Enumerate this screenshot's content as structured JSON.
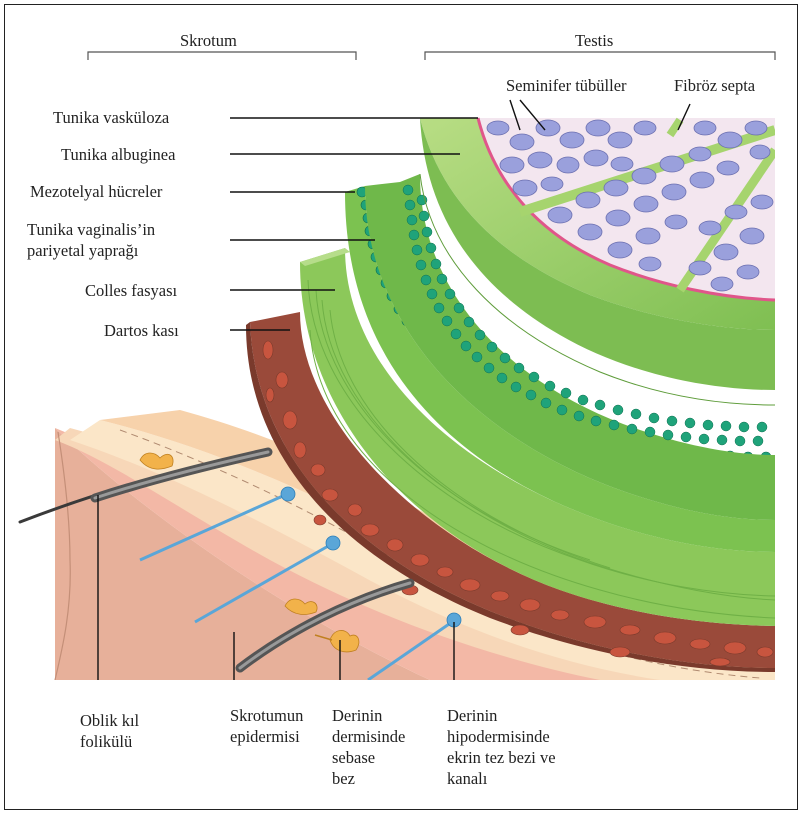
{
  "headers": {
    "skrotum": "Skrotum",
    "testis": "Testis"
  },
  "labels": {
    "seminifer": "Seminifer tübüller",
    "fibroz": "Fibröz septa",
    "vaskuloza": "Tunika vasküloza",
    "albuginea": "Tunika albuginea",
    "mezotelyal": "Mezotelyal hücreler",
    "vaginalis": "Tunika vaginalis’in\npariyetal yaprağı",
    "colles": "Colles fasyası",
    "dartos": "Dartos kası",
    "oblik": "Oblik kıl\nfolikülü",
    "epidermis": "Skrotumun\nepidermisi",
    "sebase": "Derinin\ndermisinde\nsebase\nbez",
    "ekrin": "Derinin\nhipodermisinde\nekrin tez bezi ve\nkanalı"
  },
  "colors": {
    "green_light": "#a6d46e",
    "green_mid": "#8cc85a",
    "green_dark": "#5aa83e",
    "teal_cells": "#1fa37a",
    "tubule": "#9aa0dc",
    "tubule_bg": "#f3e6ef",
    "pink_border": "#e0568a",
    "dartos": "#9a4a3a",
    "dartos_spot": "#c8553f",
    "skin_peach": "#f7d7b8",
    "skin_cream": "#fbe6c8",
    "skin_pink": "#f3b8a6",
    "hair": "#3a3a3a",
    "gland_orange": "#f2b24a",
    "duct_blue": "#5aa6d8"
  }
}
